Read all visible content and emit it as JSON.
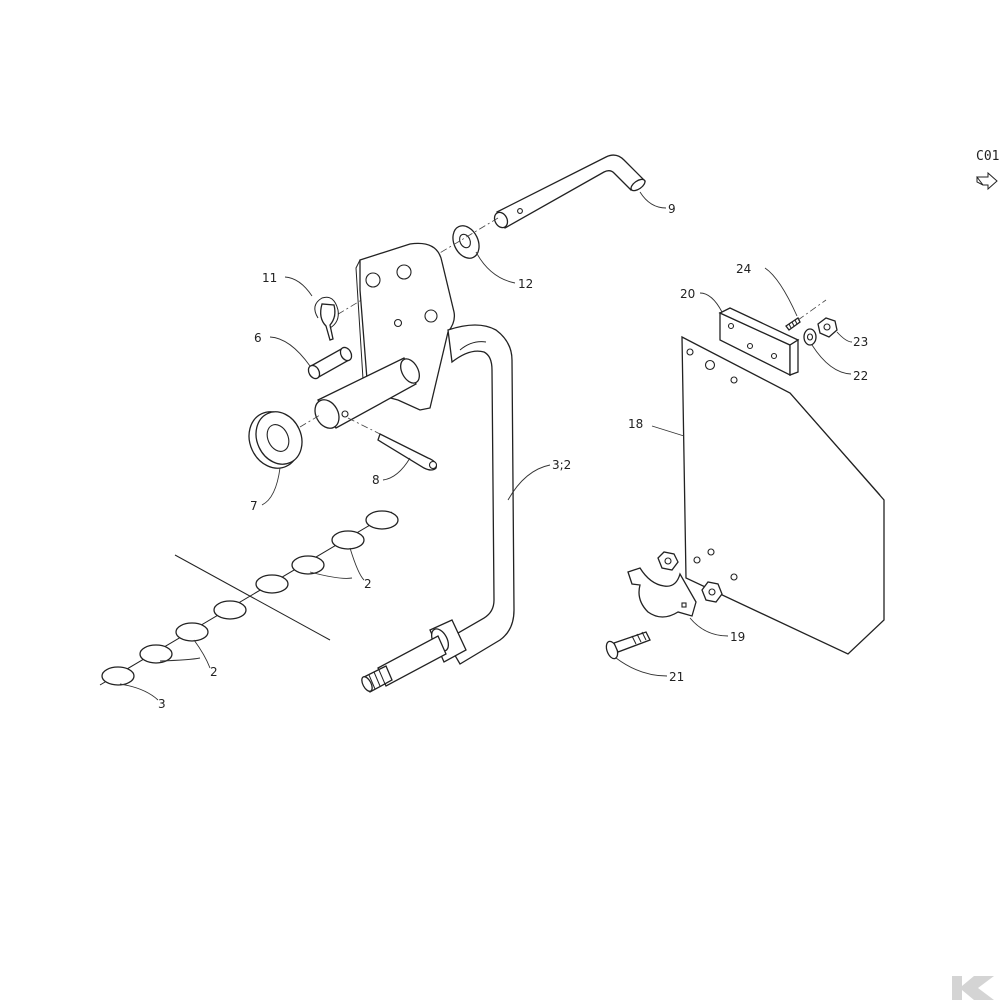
{
  "page_ref": {
    "code": "C01",
    "arrow_icon": "next-page-arrow-icon"
  },
  "callouts": {
    "c9": "9",
    "c12": "12",
    "c11": "11",
    "c6": "6",
    "c7": "7",
    "c8": "8",
    "c3_2": "3;2",
    "c2a": "2",
    "c2b": "2",
    "c3": "3",
    "c24": "24",
    "c20": "20",
    "c23": "23",
    "c22": "22",
    "c18": "18",
    "c19": "19",
    "c21": "21"
  },
  "brand_logo_icon": "k-logo-icon",
  "colors": {
    "line": "#222222",
    "watermark": "#d4d4d4"
  }
}
